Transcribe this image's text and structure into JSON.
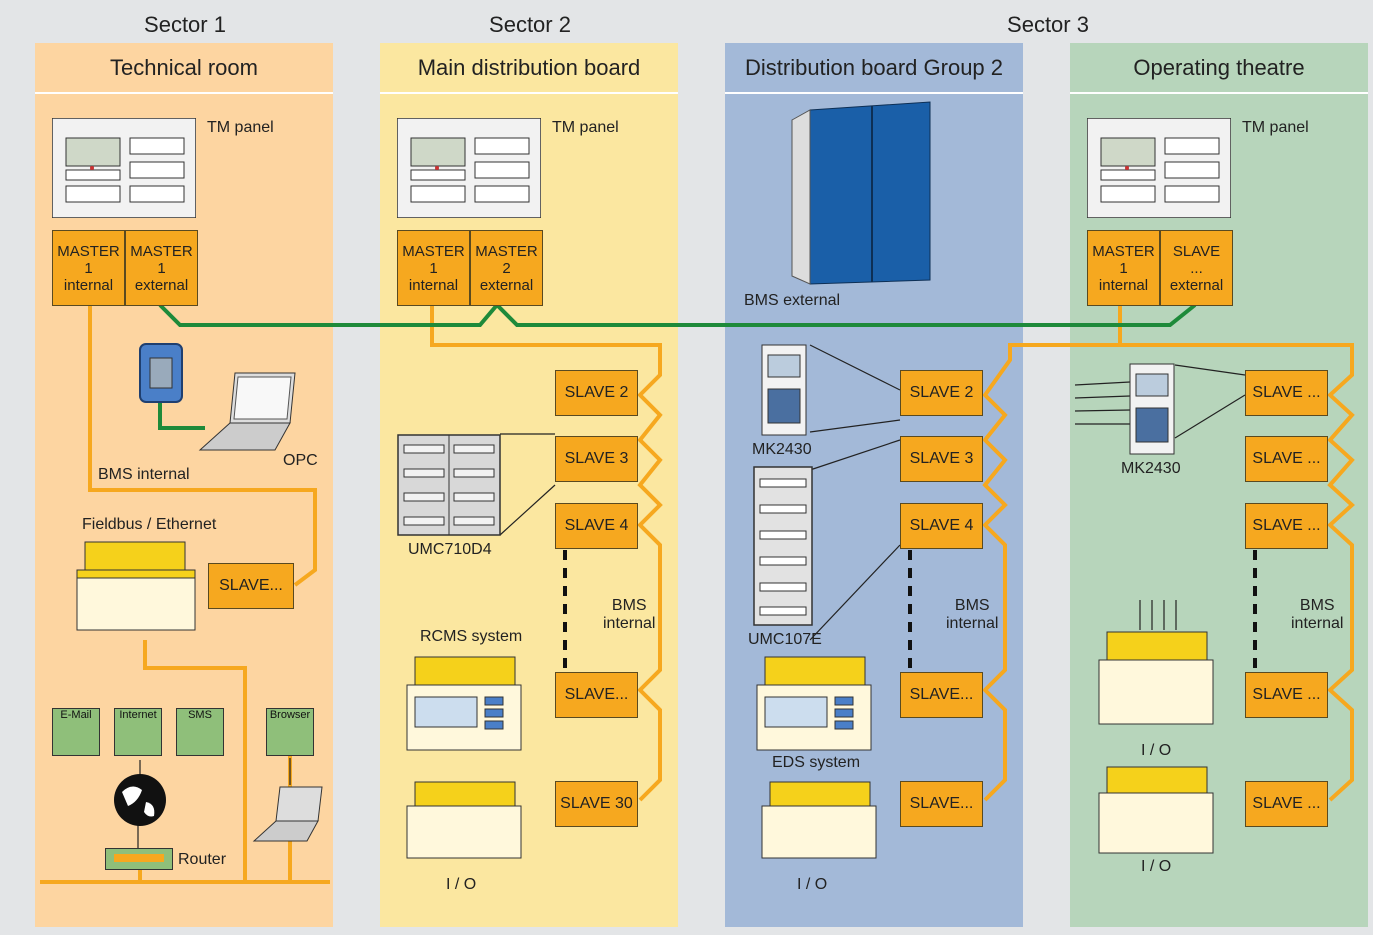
{
  "sectors": [
    "Sector 1",
    "Sector 2",
    "Sector 3"
  ],
  "columns": [
    {
      "title": "Technical room"
    },
    {
      "title": "Main distribution board"
    },
    {
      "title": "Distribution board Group 2"
    },
    {
      "title": "Operating theatre"
    }
  ],
  "colors": {
    "technical_room": "#fdd5a1",
    "main_board": "#fbe7a0",
    "group2": "#a3b9d8",
    "theatre": "#b7d5bb",
    "bus_orange": "#f6a81f",
    "bus_green": "#1e8a3a",
    "box": "#f6a81f"
  },
  "col1": {
    "tm_panel": "TM panel",
    "master_a": [
      "MASTER",
      "1",
      "internal"
    ],
    "master_b": [
      "MASTER",
      "1",
      "external"
    ],
    "opc": "OPC",
    "bms_internal": "BMS internal",
    "fieldbus": "Fieldbus / Ethernet",
    "slave": "SLAVE...",
    "email": "E-Mail",
    "internet": "Internet",
    "sms": "SMS",
    "browser": "Browser",
    "router": "Router"
  },
  "col2": {
    "tm_panel": "TM panel",
    "master_a": [
      "MASTER",
      "1",
      "internal"
    ],
    "master_b": [
      "MASTER",
      "2",
      "external"
    ],
    "slaves": [
      "SLAVE 2",
      "SLAVE 3",
      "SLAVE 4",
      "SLAVE...",
      "SLAVE 30"
    ],
    "umc": "UMC710D4",
    "rcms": "RCMS system",
    "io": "I / O",
    "bms_internal": [
      "BMS",
      "internal"
    ]
  },
  "col3": {
    "bms_external": "BMS external",
    "mk": "MK2430",
    "umc": "UMC107E",
    "eds": "EDS system",
    "io": "I / O",
    "slaves": [
      "SLAVE 2",
      "SLAVE 3",
      "SLAVE 4",
      "SLAVE...",
      "SLAVE..."
    ],
    "bms_internal": [
      "BMS",
      "internal"
    ]
  },
  "col4": {
    "tm_panel": "TM panel",
    "master_a": [
      "MASTER",
      "1",
      "internal"
    ],
    "slave_b": [
      "SLAVE",
      "...",
      "external"
    ],
    "mk": "MK2430",
    "slaves": [
      "SLAVE ...",
      "SLAVE ...",
      "SLAVE ...",
      "SLAVE ...",
      "SLAVE ..."
    ],
    "io1": "I / O",
    "io2": "I / O",
    "bms_internal": [
      "BMS",
      "internal"
    ]
  }
}
